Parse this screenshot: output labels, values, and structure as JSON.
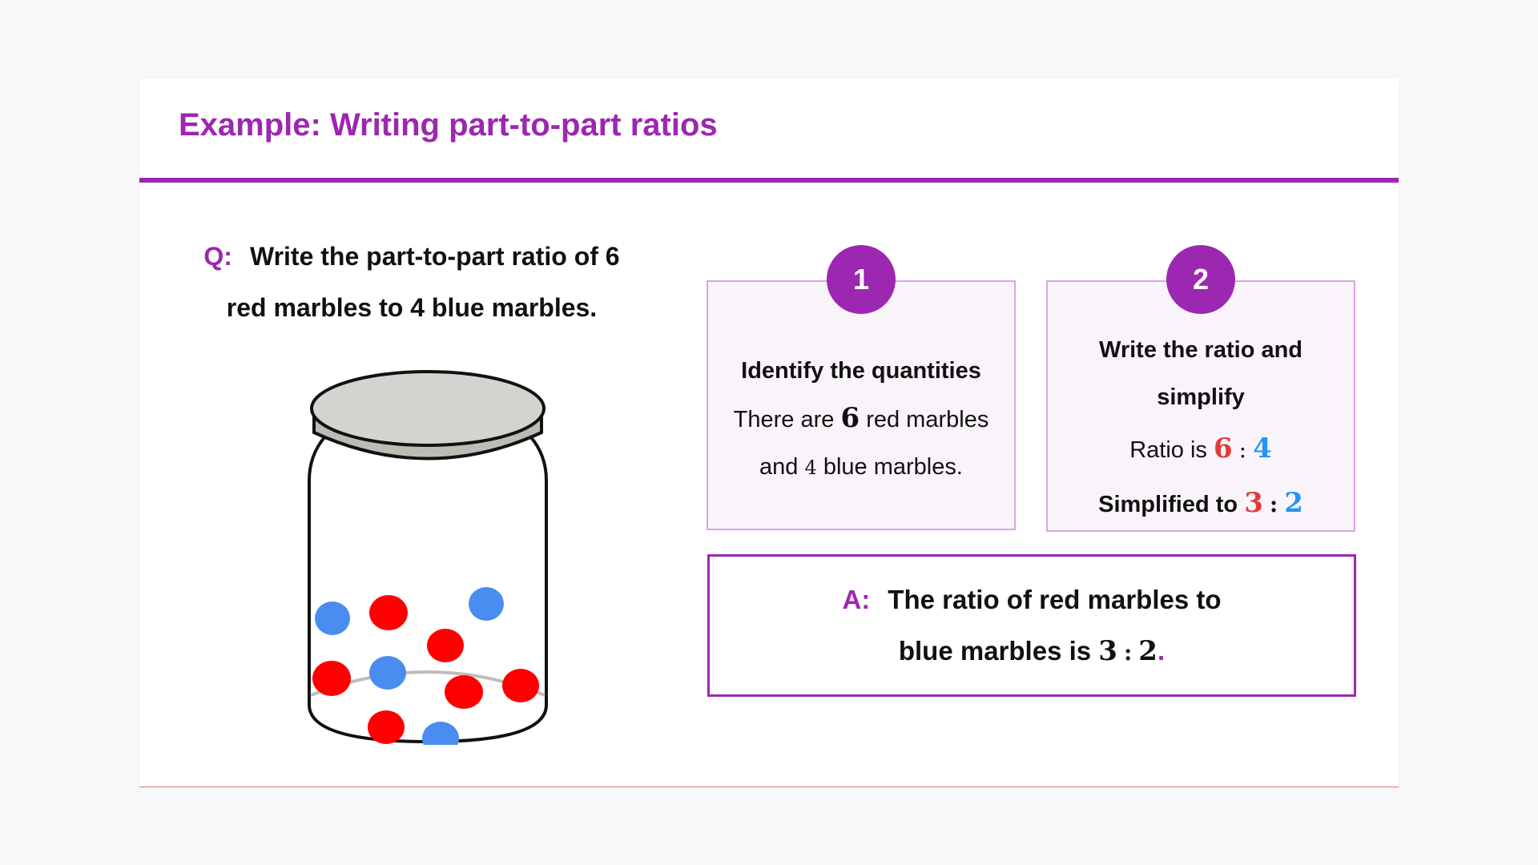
{
  "slide": {
    "title": "Example: Writing part-to-part ratios",
    "accent_color": "#9c27b0"
  },
  "question": {
    "label": "Q:",
    "line1": "Write the part-to-part ratio of 6",
    "line2": "red marbles to 4 blue marbles."
  },
  "jar": {
    "red_marbles": 6,
    "blue_marbles": 4,
    "red_color": "#ff0000",
    "blue_color": "#4a8df0",
    "lid_color": "#d3d3cf"
  },
  "step1": {
    "number": "1",
    "heading": "Identify the quantities",
    "line1_pre": "There are",
    "line1_num": "6",
    "line1_post": "red marbles",
    "line2_pre": "and",
    "line2_num": "4",
    "line2_post": "blue marbles."
  },
  "step2": {
    "number": "2",
    "heading_line1": "Write the ratio and",
    "heading_line2": "simplify",
    "ratio_label": "Ratio is",
    "ratio_left": "6",
    "ratio_right": "4",
    "simplified_label": "Simplified to",
    "simplified_left": "3",
    "simplified_right": "2",
    "colon": ":"
  },
  "answer": {
    "label": "A:",
    "line1": "The ratio of red marbles to",
    "line2_pre": "blue marbles is",
    "ratio_left": "3",
    "colon": ":",
    "ratio_right": "2",
    "period": "."
  }
}
